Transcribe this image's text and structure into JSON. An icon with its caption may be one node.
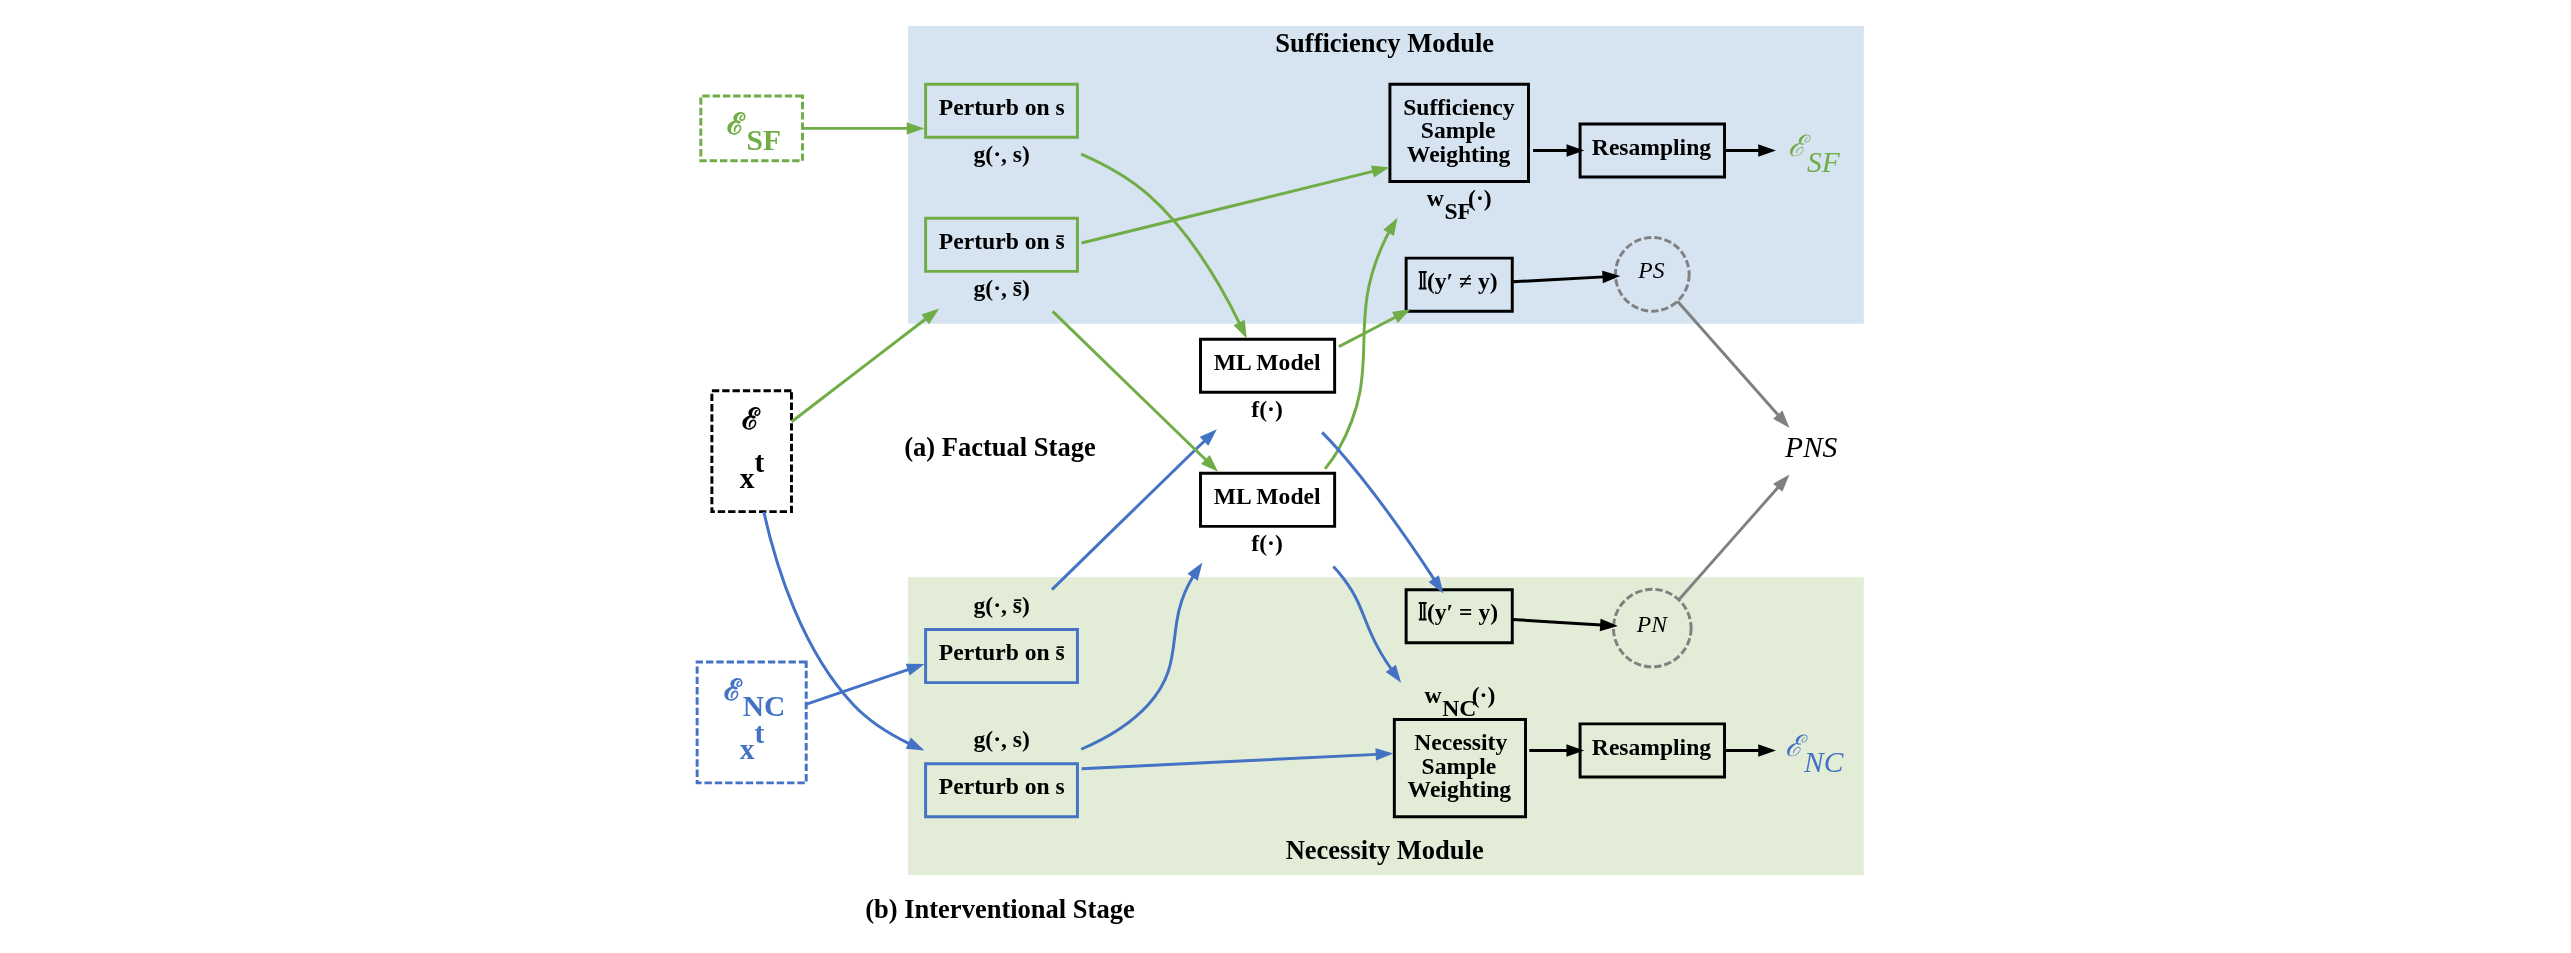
{
  "diagram": {
    "nodes": [
      {
        "text": [
          "Necessity Module"
        ]
      },
      {
        "text": [
          "Sufficiency Module"
        ]
      },
      {
        "text": [
          "ℰ",
          "x$^{t}$"
        ]
      },
      {
        "text": [
          "Perturb on s"
        ],
        "in": 0,
        "beside": [
          "g(·, s)"
        ]
      },
      {
        "text": [
          "ML Model"
        ],
        "beside": [
          "f(·)"
        ]
      },
      {
        "text": [
          "Perturb on s̄"
        ],
        "in": 1,
        "beside": [
          "g(·, s̄)"
        ]
      },
      {
        "text": [
          "Necessity Sample Weighting"
        ],
        "in": 0,
        "beside": [
          "w$_{NC}$(·)"
        ]
      },
      {
        "text": [
          "Sufficiency Sample Weighting"
        ],
        "in": 1,
        "beside": [
          "w$_{SF}$(·)"
        ]
      },
      {
        "text": [
          "Resampling"
        ],
        "in": 0
      },
      {
        "text": [
          "Resampling"
        ],
        "in": 1
      },
      {
        "text": [
          "ℰ$_{NC}$"
        ],
        "in": 0
      },
      {
        "text": [
          "ℰ$_{SF}$"
        ],
        "in": 1
      },
      {
        "text": [
          "Perturb on s̄"
        ],
        "in": 0,
        "beside": [
          "g(·, s̄)"
        ]
      },
      {
        "text": [
          "ℰ$_{NC}$",
          "x$^{t}$"
        ]
      },
      {
        "text": [
          "ℰ$_{SF}$"
        ]
      },
      {
        "text": [
          "ML Model"
        ],
        "beside": [
          "f(·)"
        ]
      },
      {
        "text": [
          "Perturb on s"
        ],
        "in": 1,
        "beside": [
          "g(·, s)"
        ]
      },
      {
        "text": [
          "𝕀(y′ = y)"
        ],
        "in": 0
      },
      {
        "text": [
          "𝕀(y′ ≠ y)"
        ],
        "in": 1
      },
      {
        "text": [
          "PN"
        ],
        "in": 0
      },
      {
        "text": [
          "PS"
        ],
        "in": 1
      },
      {
        "text": [
          "PNS"
        ]
      }
    ],
    "edges": [
      {
        "from": 2,
        "to": 3,
        "arrow": "to",
        "color": "#4472c4"
      },
      {
        "from": 2,
        "to": 5,
        "arrow": "to",
        "color": "#70ad47"
      },
      {
        "from": 3,
        "to": 4,
        "arrow": "to",
        "color": "#4472c4"
      },
      {
        "from": 5,
        "to": 4,
        "arrow": "to",
        "color": "#70ad47"
      },
      {
        "from": 3,
        "to": 6,
        "arrow": "to",
        "color": "#4472c4"
      },
      {
        "from": 4,
        "to": 6,
        "arrow": "to",
        "color": "#4472c4"
      },
      {
        "from": 4,
        "to": 7,
        "arrow": "to",
        "color": "#70ad47"
      },
      {
        "from": 5,
        "to": 7,
        "arrow": "to",
        "color": "#70ad47"
      },
      {
        "from": 6,
        "to": 8,
        "arrow": "to",
        "color": "#000000"
      },
      {
        "from": 7,
        "to": 9,
        "arrow": "to",
        "color": "#000000"
      },
      {
        "from": 8,
        "to": 10,
        "arrow": "to",
        "color": "#000000"
      },
      {
        "from": 9,
        "to": 11,
        "arrow": "to",
        "color": "#000000"
      },
      {
        "from": 13,
        "to": 12,
        "arrow": "to",
        "color": "#4472c4"
      },
      {
        "from": 14,
        "to": 16,
        "arrow": "to",
        "color": "#70ad47"
      },
      {
        "from": 12,
        "to": 15,
        "arrow": "to",
        "color": "#4472c4"
      },
      {
        "from": 16,
        "to": 15,
        "arrow": "to",
        "color": "#70ad47"
      },
      {
        "from": 15,
        "to": 17,
        "arrow": "to",
        "color": "#4472c4"
      },
      {
        "from": 15,
        "to": 18,
        "arrow": "to",
        "color": "#70ad47"
      },
      {
        "from": 17,
        "to": 19,
        "arrow": "to",
        "color": "#000000"
      },
      {
        "from": 18,
        "to": 20,
        "arrow": "to",
        "color": "#000000"
      },
      {
        "from": 19,
        "to": 21,
        "arrow": "to",
        "color": "#808080"
      },
      {
        "from": 20,
        "to": 21,
        "arrow": "to",
        "color": "#808080"
      }
    ],
    "labels": [
      "(a) Factual Stage",
      "(b) Interventional Stage"
    ]
  }
}
